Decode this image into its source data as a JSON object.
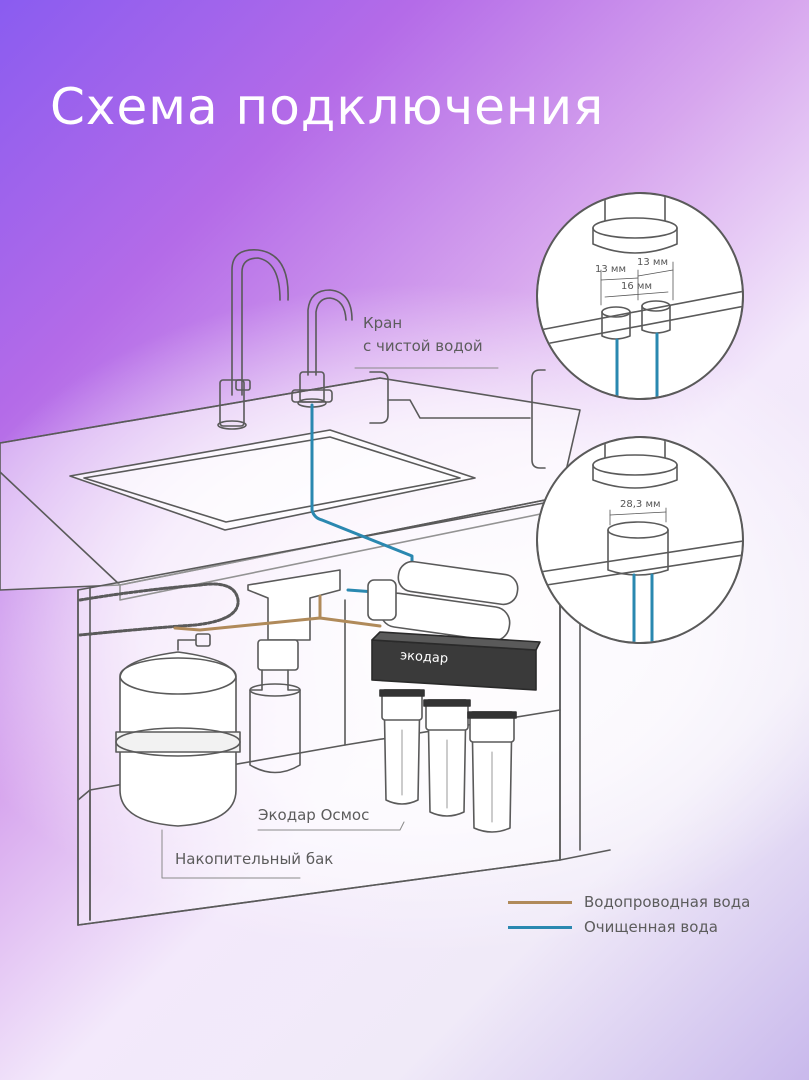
{
  "title": "Схема подключения",
  "labels": {
    "faucet_line1": "Кран",
    "faucet_line2": "с чистой водой",
    "osmos": "Экодар Осмос",
    "tank": "Накопительный бак",
    "brand": "экодар"
  },
  "dimensions": {
    "d13a": "13 мм",
    "d13b": "13 мм",
    "d16": "16 мм",
    "d28": "28,3 мм"
  },
  "legend": [
    {
      "label": "Водопроводная вода",
      "color": "#b08a5a"
    },
    {
      "label": "Очищенная вода",
      "color": "#2a88b0"
    }
  ],
  "colors": {
    "line": "#5a5a5a",
    "tap_water": "#b08a5a",
    "clean_water": "#2a88b0",
    "bracket": "#3a3a3a"
  }
}
